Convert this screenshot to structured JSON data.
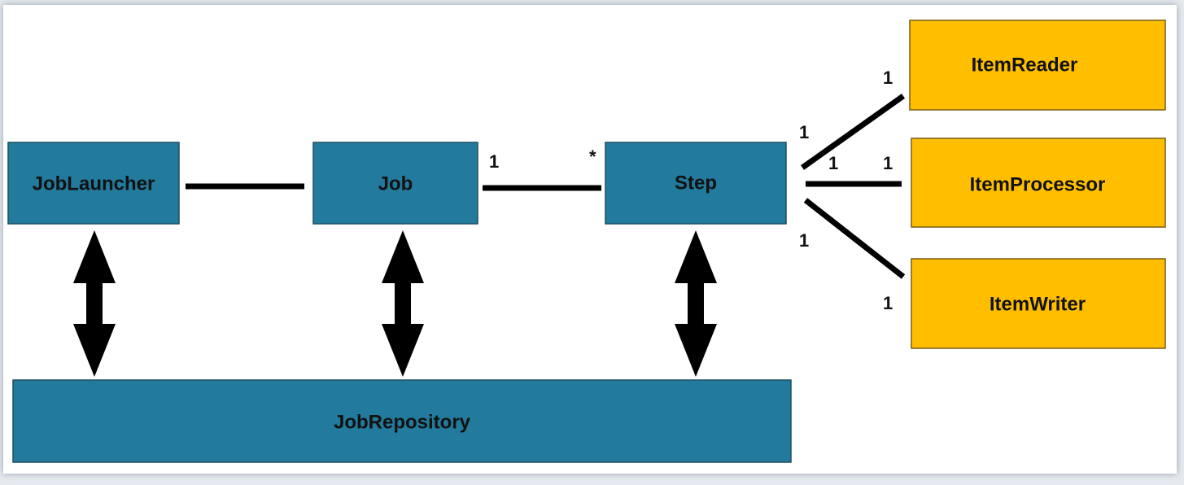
{
  "colors": {
    "component_fill": "#227a9c",
    "item_fill": "#ffbf00",
    "line": "#000000",
    "text": "#111111"
  },
  "boxes": {
    "job_launcher": "JobLauncher",
    "job": "Job",
    "step": "Step",
    "job_repository": "JobRepository",
    "item_reader": "ItemReader",
    "item_processor": "ItemProcessor",
    "item_writer": "ItemWriter"
  },
  "multiplicities": {
    "job_step_job_end": "1",
    "job_step_step_end": "*",
    "step_reader_step_end": "1",
    "step_reader_reader_end": "1",
    "step_processor_step_end": "1",
    "step_processor_processor_end": "1",
    "step_writer_step_end": "1",
    "step_writer_writer_end": "1"
  },
  "icons": {
    "arrows": [
      "double-headed-arrow",
      "double-headed-arrow",
      "double-headed-arrow"
    ]
  }
}
